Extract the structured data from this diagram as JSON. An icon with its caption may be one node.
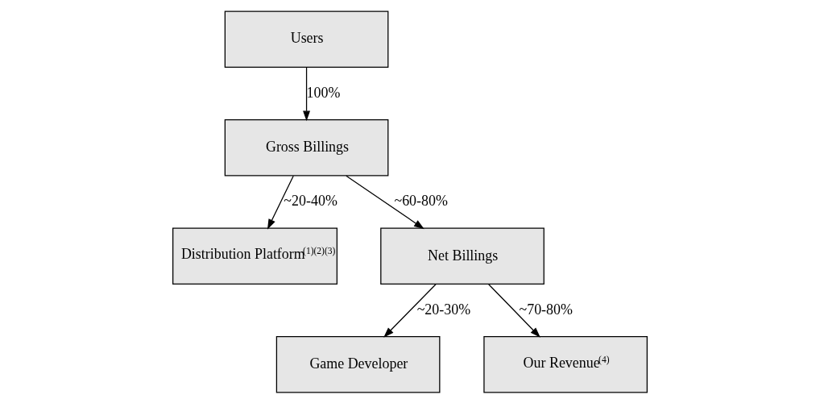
{
  "diagram": {
    "nodes": [
      {
        "text": [
          "Users"
        ]
      },
      {
        "text": [
          "Gross Billings"
        ]
      },
      {
        "text": [
          "Distribution Platform$^{(1)(2)(3)}$"
        ]
      },
      {
        "text": [
          "Net Billings"
        ]
      },
      {
        "text": [
          "Game Developer"
        ]
      },
      {
        "text": [
          "Our Revenue$^{(4)}$"
        ]
      }
    ],
    "edges": [
      {
        "from": 0,
        "to": 1,
        "arrow": "to",
        "label": "100%"
      },
      {
        "from": 1,
        "to": 2,
        "arrow": "to",
        "label": "~20-40%"
      },
      {
        "from": 1,
        "to": 3,
        "arrow": "to",
        "label": "~60-80%"
      },
      {
        "from": 3,
        "to": 4,
        "arrow": "to",
        "label": "~20-30%"
      },
      {
        "from": 3,
        "to": 5,
        "arrow": "to",
        "label": "~70-80%"
      }
    ]
  }
}
